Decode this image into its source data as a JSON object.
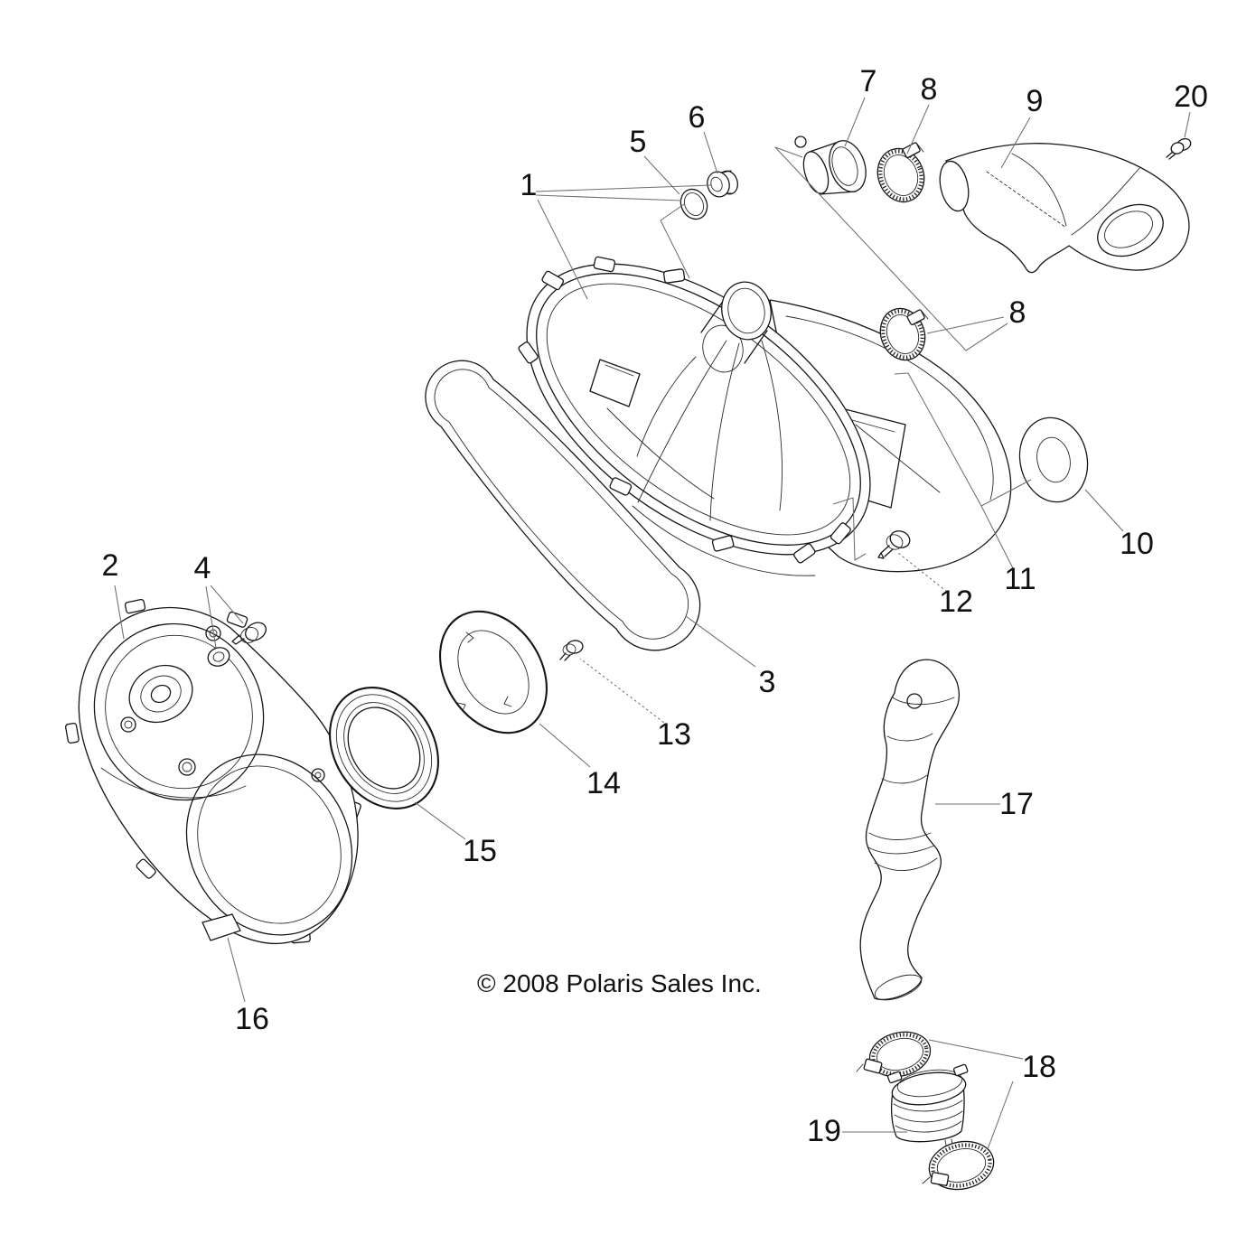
{
  "copyright": "© 2008 Polaris Sales Inc.",
  "labels": {
    "n1": "1",
    "n2": "2",
    "n3": "3",
    "n4": "4",
    "n5": "5",
    "n6": "6",
    "n7": "7",
    "n8": "8",
    "n9": "9",
    "n10": "10",
    "n11": "11",
    "n12": "12",
    "n13": "13",
    "n14": "14",
    "n15": "15",
    "n16": "16",
    "n17": "17",
    "n18": "18",
    "n19": "19",
    "n20": "20"
  },
  "line_colors": {
    "art": "#161616",
    "leader": "#6e6e6e"
  }
}
